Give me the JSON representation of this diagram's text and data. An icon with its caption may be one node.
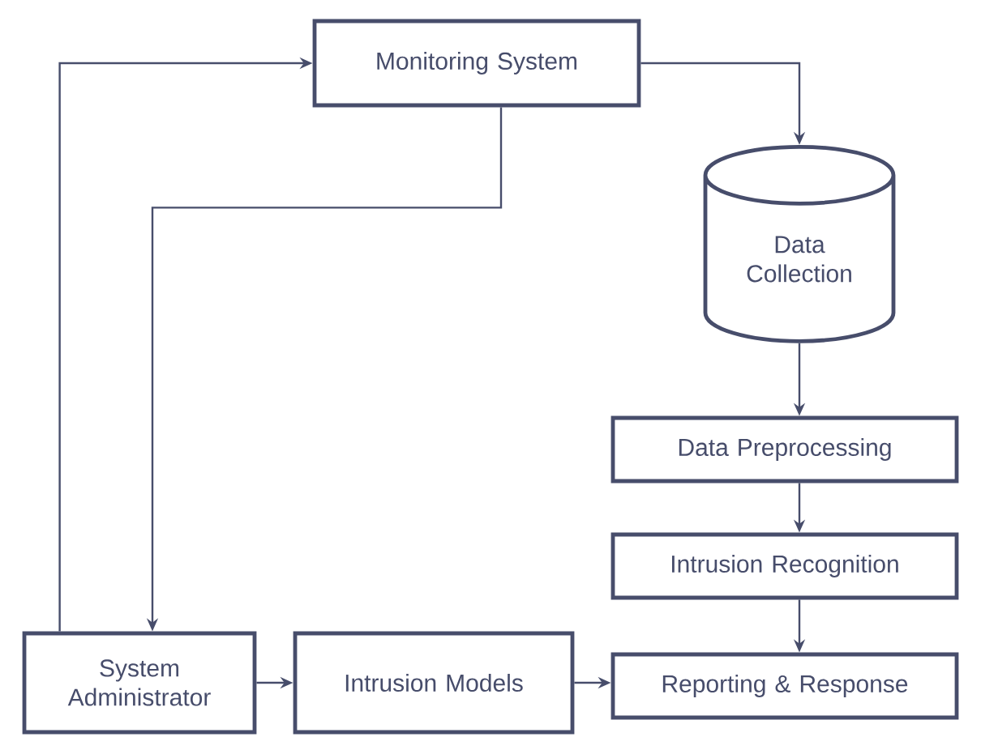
{
  "diagram": {
    "nodes": [
      {
        "text": [
          "Monitoring System"
        ]
      },
      {
        "text": [
          "Data Collection"
        ]
      },
      {
        "text": [
          "Data Preprocessing"
        ]
      },
      {
        "text": [
          "Intrusion Recognition"
        ]
      },
      {
        "text": [
          "Reporting & Response"
        ]
      },
      {
        "text": [
          "System Administrator"
        ]
      },
      {
        "text": [
          "Intrusion Models"
        ]
      }
    ],
    "edges": [
      {
        "from": 5,
        "to": 0,
        "arrow": "to"
      },
      {
        "from": 0,
        "to": 1,
        "arrow": "to"
      },
      {
        "from": 0,
        "to": 5,
        "arrow": "to"
      },
      {
        "from": 1,
        "to": 2,
        "arrow": "to"
      },
      {
        "from": 2,
        "to": 3,
        "arrow": "to"
      },
      {
        "from": 3,
        "to": 4,
        "arrow": "to"
      },
      {
        "from": 5,
        "to": 6,
        "arrow": "to"
      },
      {
        "from": 6,
        "to": 4,
        "arrow": "to"
      }
    ]
  }
}
